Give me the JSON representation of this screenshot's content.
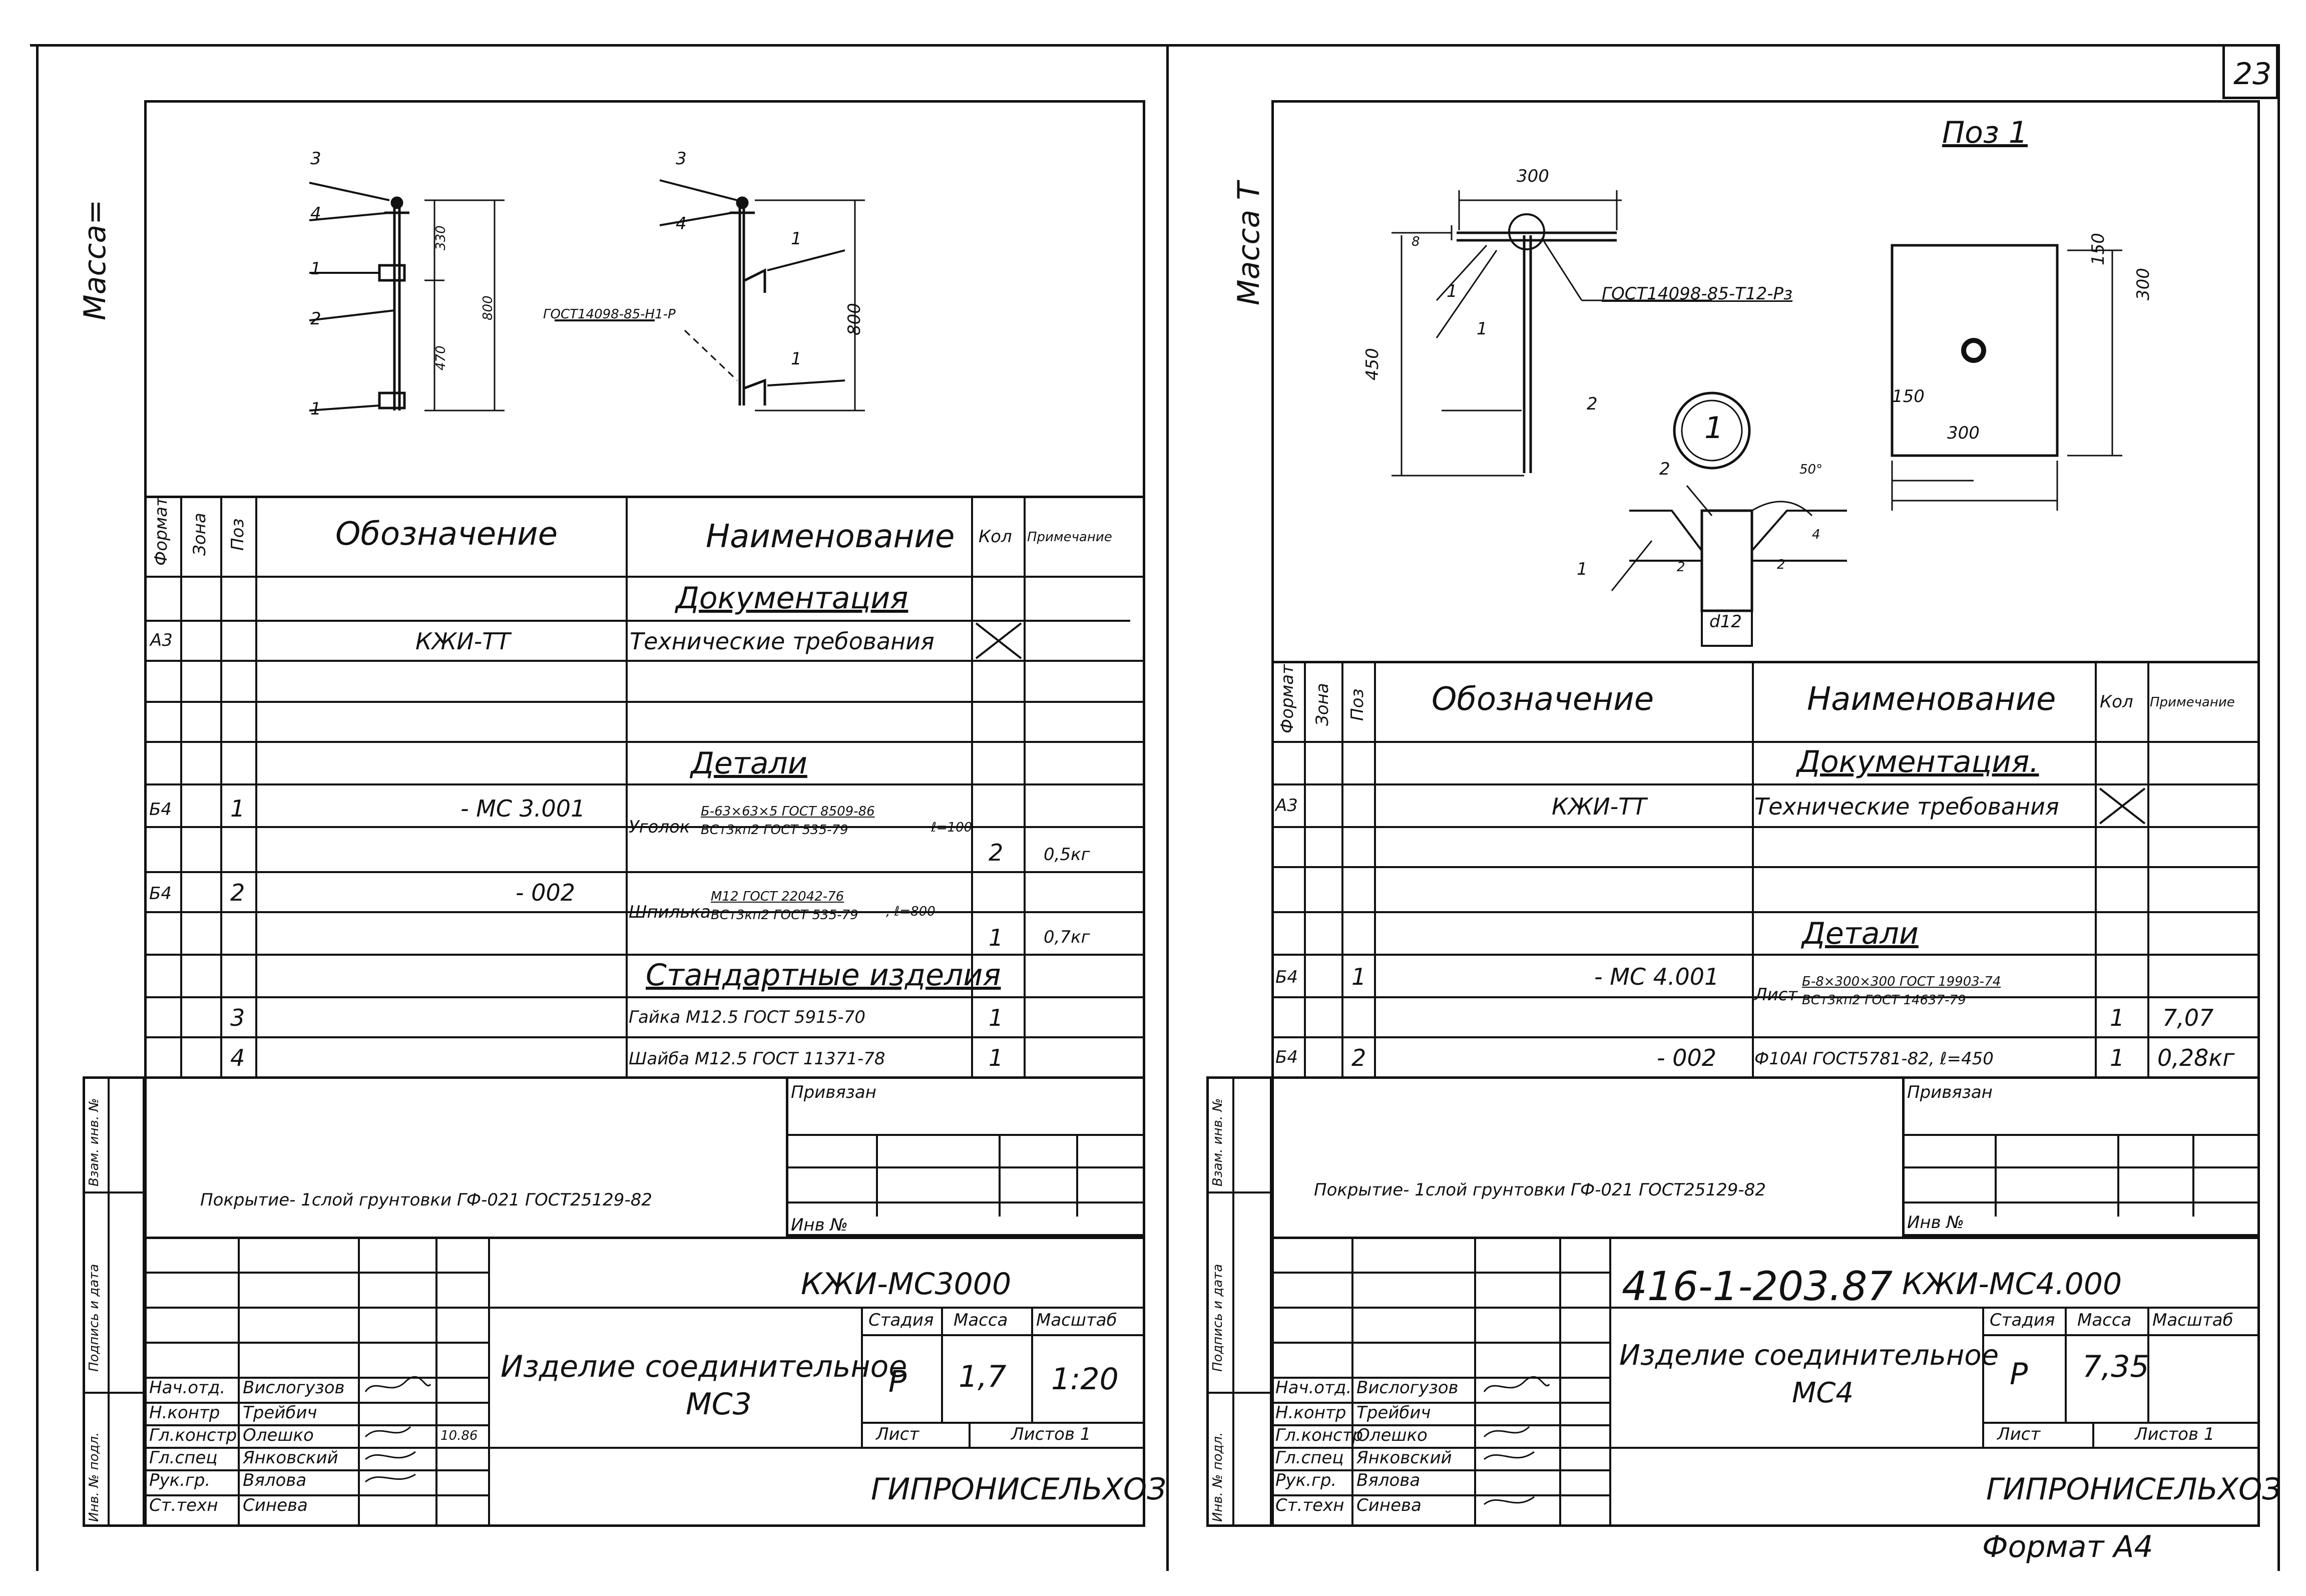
{
  "page_number": "23",
  "format_label": "Формат А4",
  "left": {
    "side_label": "Масса=",
    "drawing": {
      "callouts_a": [
        "3",
        "4",
        "1",
        "2",
        "1"
      ],
      "dims_a": [
        "330",
        "470",
        "800"
      ],
      "callouts_b": [
        "3",
        "4",
        "1",
        "1"
      ],
      "weld_note": "ГОСТ14098-85-Н1-Р",
      "dim_b": "800"
    },
    "spec": {
      "headers": {
        "format": "Формат",
        "zone": "Зона",
        "pos": "Поз",
        "designation": "Обозначение",
        "name": "Наименование",
        "qty": "Кол",
        "note": "Примечание"
      },
      "section_docs": "Документация",
      "doc_row": {
        "format": "А3",
        "designation": "КЖИ-ТТ",
        "name": "Технические требования"
      },
      "section_parts": "Детали",
      "part1": {
        "format": "Б4",
        "pos": "1",
        "designation": "- МС 3.001",
        "name": "Уголок",
        "frac_top": "Б-63×63×5 ГОСТ 8509-86",
        "frac_bottom": "ВСт3кп2 ГОСТ 535-79",
        "len": "ℓ=100",
        "qty": "2",
        "note": "0,5кг"
      },
      "part2": {
        "format": "Б4",
        "pos": "2",
        "designation": "- 002",
        "name": "Шпилька",
        "frac_top": "М12 ГОСТ 22042-76",
        "frac_bottom": "ВСт3кп2 ГОСТ 535-79",
        "len": ", ℓ=800",
        "qty": "1",
        "note": "0,7кг"
      },
      "section_std": "Стандартные изделия",
      "std1": {
        "pos": "3",
        "name": "Гайка М12.5 ГОСТ 5915-70",
        "qty": "1"
      },
      "std2": {
        "pos": "4",
        "name": "Шайба М12.5 ГОСТ 11371-78",
        "qty": "1"
      }
    },
    "coating": "Покрытие- 1слой грунтовки ГФ-021 ГОСТ25129-82",
    "privyazan": "Привязан",
    "inv_no": "Инв  №",
    "side_stamps": [
      "Инв. № подл.",
      "Подпись и дата",
      "Взам. инв. №"
    ],
    "title": {
      "code": "КЖИ-МС3000",
      "name_line1": "Изделие соединительное",
      "name_line2": "МС3",
      "stage_h": "Стадия",
      "mass_h": "Масса",
      "scale_h": "Масштаб",
      "stage": "Р",
      "mass": "1,7",
      "scale": "1:20",
      "sheet": "Лист",
      "sheets": "Листов 1",
      "org": "ГИПРОНИСЕЛЬХОЗ",
      "roles": [
        "Нач.отд.",
        "Н.контр",
        "Гл.констр",
        "Гл.спец",
        "Рук.гр.",
        "Ст.техн"
      ],
      "people": [
        "Вислогузов",
        "Трейбич",
        "Олешко",
        "Янковский",
        "Вялова",
        "Синева"
      ],
      "date": "10.86"
    }
  },
  "right": {
    "side_label": "Масса Т",
    "pos1_label": "Поз 1",
    "drawing": {
      "dim_300": "300",
      "dim_8": "8",
      "dim_450": "450",
      "callouts": [
        "1",
        "1",
        "2"
      ],
      "weld_note": "ГОСТ14098-85-Т12-Рз",
      "node": "1",
      "node_callouts": [
        "2",
        "1"
      ],
      "angle": "50°",
      "leg": "4",
      "gaps": [
        "2",
        "2"
      ],
      "dia": "d12",
      "plate_dims": [
        "150",
        "300",
        "150",
        "300"
      ]
    },
    "spec": {
      "headers": {
        "format": "Формат",
        "zone": "Зона",
        "pos": "Поз",
        "designation": "Обозначение",
        "name": "Наименование",
        "qty": "Кол",
        "note": "Примечание"
      },
      "section_docs": "Документация.",
      "doc_row": {
        "format": "А3",
        "designation": "КЖИ-ТТ",
        "name": "Технические требования"
      },
      "section_parts": "Детали",
      "part1": {
        "format": "Б4",
        "pos": "1",
        "designation": "- МС 4.001",
        "name": "Лист",
        "frac_top": "Б-8×300×300 ГОСТ 19903-74",
        "frac_bottom": "ВСт3кп2 ГОСТ 14637-79",
        "qty": "1",
        "note": "7,07"
      },
      "part2": {
        "format": "Б4",
        "pos": "2",
        "designation": "- 002",
        "name": "Ф10АI ГОСТ5781-82, ℓ=450",
        "qty": "1",
        "note": "0,28кг"
      }
    },
    "coating": "Покрытие- 1слой грунтовки ГФ-021 ГОСТ25129-82",
    "privyazan": "Привязан",
    "inv_no": "Инв  №",
    "side_stamps": [
      "Инв. № подл.",
      "Подпись и дата",
      "Взам. инв. №"
    ],
    "title": {
      "project": "416-1-203.87",
      "code": "КЖИ-МС4.000",
      "name_line1": "Изделие соединительное",
      "name_line2": "МС4",
      "stage_h": "Стадия",
      "mass_h": "Масса",
      "scale_h": "Масштаб",
      "stage": "Р",
      "mass": "7,35",
      "scale": "",
      "sheet": "Лист",
      "sheets": "Листов 1",
      "org": "ГИПРОНИСЕЛЬХОЗ",
      "roles": [
        "Нач.отд.",
        "Н.контр",
        "Гл.констр",
        "Гл.спец",
        "Рук.гр.",
        "Ст.техн"
      ],
      "people": [
        "Вислогузов",
        "Трейбич",
        "Олешко",
        "Янковский",
        "Вялова",
        "Синева"
      ]
    }
  }
}
